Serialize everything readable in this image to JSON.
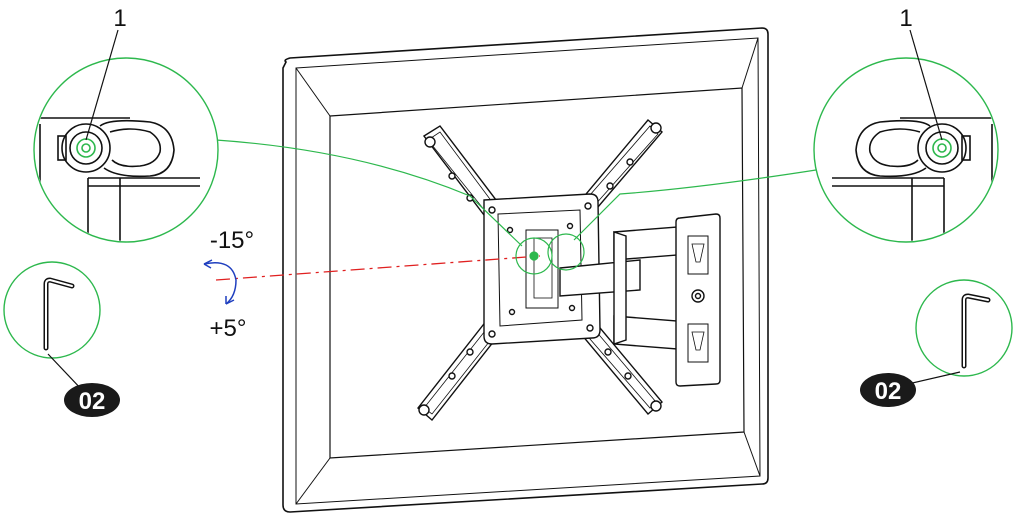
{
  "part_number_left": "1",
  "part_number_right": "1",
  "tool_callout_left": "02",
  "tool_callout_right": "02",
  "tilt_up_label": "-15°",
  "tilt_down_label": "+5°",
  "colors": {
    "leader": "#2db84d",
    "axis": "#e02020",
    "arrow": "#1f3fbf",
    "line": "#111111",
    "callout_fill": "#1a1a1a"
  },
  "icons": [
    "hex-key-icon",
    "tilt-arrow-icon",
    "bolt-icon"
  ]
}
